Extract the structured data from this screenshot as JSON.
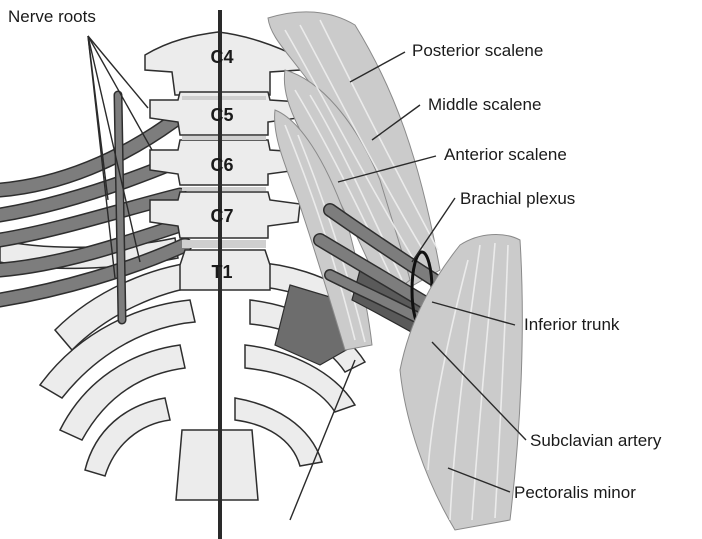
{
  "vertebrae": [
    "C4",
    "C5",
    "C6",
    "C7",
    "T1"
  ],
  "labels": {
    "nerve_roots": "Nerve roots",
    "posterior_scalene": "Posterior scalene",
    "middle_scalene": "Middle scalene",
    "anterior_scalene": "Anterior scalene",
    "brachial_plexus": "Brachial plexus",
    "inferior_trunk": "Inferior trunk",
    "subclavian_artery": "Subclavian artery",
    "pectoralis_minor": "Pectoralis minor"
  },
  "colors": {
    "nerve": "#7d7d7d",
    "muscle": "#cbcbcb",
    "bone": "#ececec",
    "artery": "#5a5a5a",
    "outline": "#2e2e2e"
  }
}
